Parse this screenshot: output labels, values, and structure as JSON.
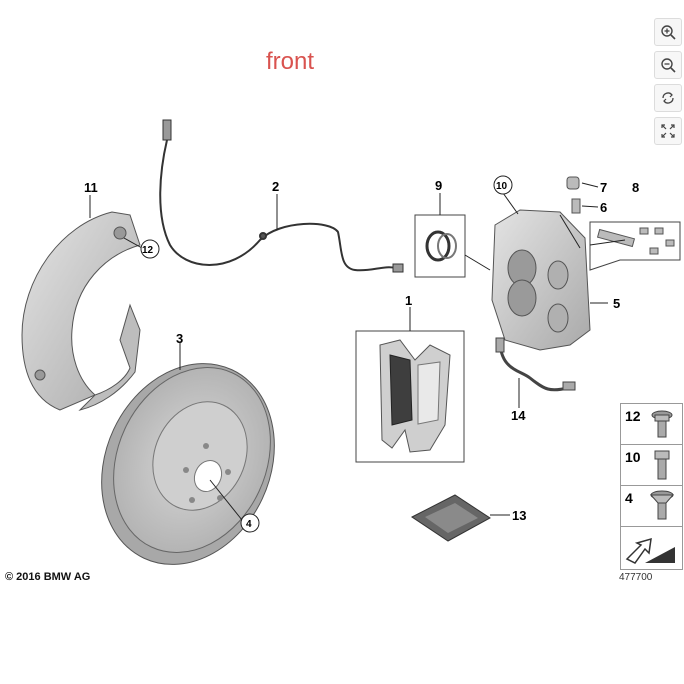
{
  "front_label": "front",
  "controls": {
    "zoom_in_icon": "zoom-in-icon",
    "zoom_out_icon": "zoom-out-icon",
    "rotate_icon": "rotate-icon",
    "fullscreen_icon": "fullscreen-icon"
  },
  "callouts": {
    "c1": "1",
    "c2": "2",
    "c3": "3",
    "c4": "4",
    "c5": "5",
    "c6": "6",
    "c7": "7",
    "c8": "8",
    "c9": "9",
    "c10": "10",
    "c11": "11",
    "c12": "12",
    "c13": "13",
    "c14": "14"
  },
  "legend": {
    "item_12": "12",
    "item_10": "10",
    "item_4": "4"
  },
  "copyright": "© 2016 BMW AG",
  "diagram_ref": "477700",
  "colors": {
    "front_text": "#d9534f",
    "part_fill": "#c9c9c9",
    "line": "#222222"
  }
}
